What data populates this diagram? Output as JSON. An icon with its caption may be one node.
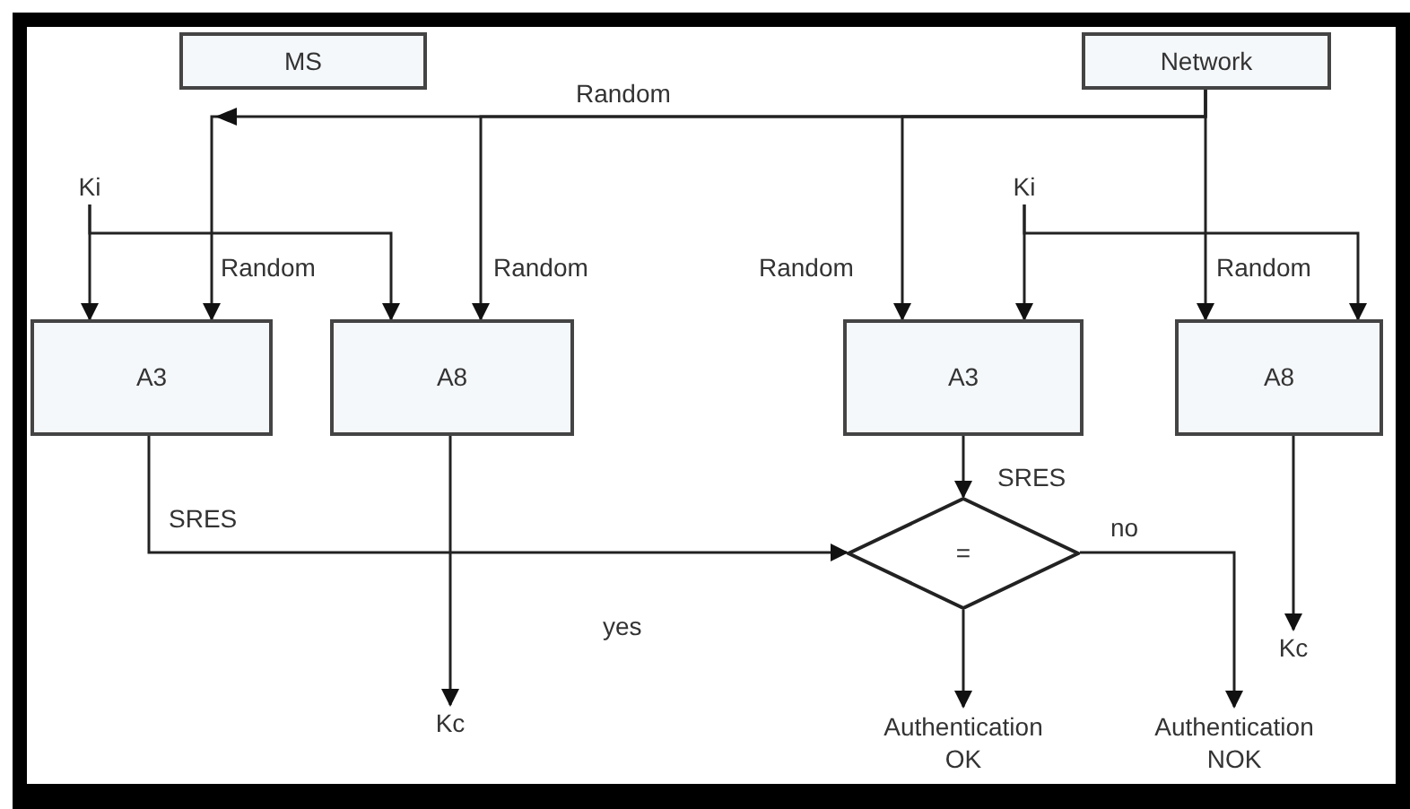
{
  "diagram": {
    "nodes": [
      {
        "text": [
          "MS"
        ]
      },
      {
        "text": [
          "Network"
        ]
      },
      {
        "text": [
          "Ki"
        ]
      },
      {
        "text": [
          "Ki"
        ]
      },
      {
        "text": [
          "A3"
        ]
      },
      {
        "text": [
          "A8"
        ]
      },
      {
        "text": [
          "A3"
        ]
      },
      {
        "text": [
          "A8"
        ]
      },
      {
        "text": [
          "="
        ]
      },
      {
        "text": [
          "Kc"
        ]
      },
      {
        "text": [
          "Kc"
        ]
      },
      {
        "text": [
          "Authentication OK"
        ]
      },
      {
        "text": [
          "Authentication NOK"
        ]
      }
    ],
    "edges": [
      {
        "from": 1,
        "to": 4,
        "arrow": "to",
        "label": "Random"
      },
      {
        "from": 1,
        "to": 5,
        "arrow": "to",
        "label": "Random"
      },
      {
        "from": 1,
        "to": 6,
        "arrow": "to",
        "label": "Random"
      },
      {
        "from": 1,
        "to": 7,
        "arrow": "to",
        "label": "Random"
      },
      {
        "from": 2,
        "to": 4,
        "arrow": "to"
      },
      {
        "from": 2,
        "to": 5,
        "arrow": "to"
      },
      {
        "from": 3,
        "to": 6,
        "arrow": "to"
      },
      {
        "from": 3,
        "to": 7,
        "arrow": "to"
      },
      {
        "from": 4,
        "to": 8,
        "arrow": "to",
        "label": "SRES"
      },
      {
        "from": 6,
        "to": 8,
        "arrow": "to",
        "label": "SRES"
      },
      {
        "from": 5,
        "to": 9,
        "arrow": "to"
      },
      {
        "from": 7,
        "to": 10,
        "arrow": "to"
      },
      {
        "from": 8,
        "to": 11,
        "arrow": "to"
      },
      {
        "from": 8,
        "to": 12,
        "arrow": "to",
        "label": "no"
      }
    ],
    "labels": [
      "Random",
      "yes"
    ]
  }
}
